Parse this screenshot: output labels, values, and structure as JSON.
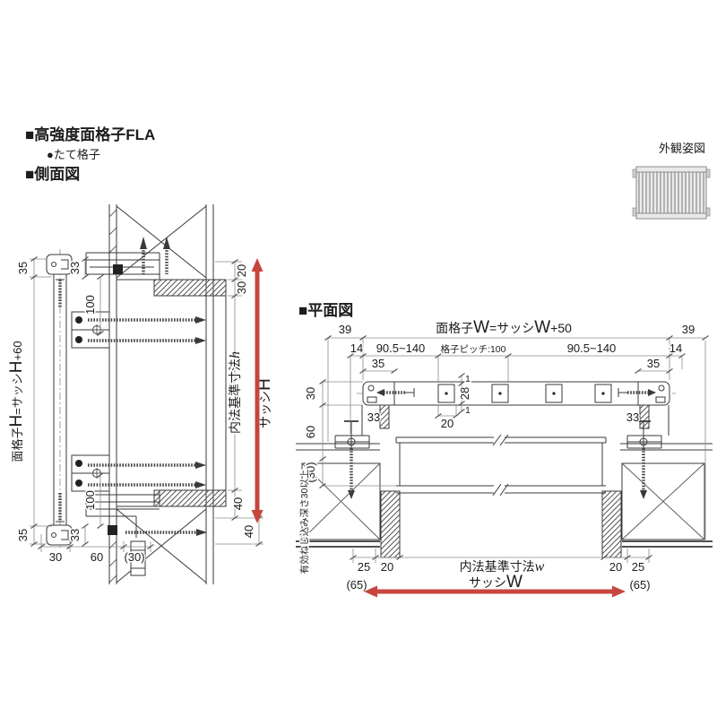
{
  "header": {
    "product_title": "■高強度面格子FLA",
    "lattice_type": "●たて格子",
    "side_view_title": "■側面図",
    "plan_view_title": "■平面図",
    "appearance_title": "外観姿図"
  },
  "colors": {
    "arrow_red": "#c8453e",
    "line_dark": "#3a3a3a"
  },
  "side_view": {
    "formula": {
      "p1": "面格子",
      "p2": "H",
      "p3": "=サッシ",
      "p4": "H",
      "p5": "+60"
    },
    "inner_height": {
      "label": "内法基準寸法",
      "var": "h"
    },
    "sash_height": {
      "p1": "サッシ",
      "p2": "H"
    },
    "dims": {
      "d35": "35",
      "d33": "33",
      "d100": "100",
      "d20": "20",
      "d30": "30",
      "d40": "40",
      "b30": "30",
      "b60": "60",
      "b30p": "(30)"
    }
  },
  "plan_view": {
    "formula": {
      "p1": "面格子",
      "p2": "W",
      "p3": "=サッシ",
      "p4": "W",
      "p5": "+50"
    },
    "pitch_label": "格子ピッチ:100",
    "spacing_range": "90.5~140",
    "screw_note": "有効ねじ込み深さ30以上",
    "inner_width": {
      "label": "内法基準寸法",
      "var": "w"
    },
    "sash_width": {
      "p1": "サッシ",
      "p2": "W"
    },
    "dims": {
      "d39": "39",
      "d14": "14",
      "d35": "35",
      "d33": "33",
      "d30": "30",
      "d60": "60",
      "d30p": "(30)",
      "d28": "28",
      "d1": "1",
      "d20": "20",
      "d25": "25",
      "d65": "(65)"
    }
  }
}
